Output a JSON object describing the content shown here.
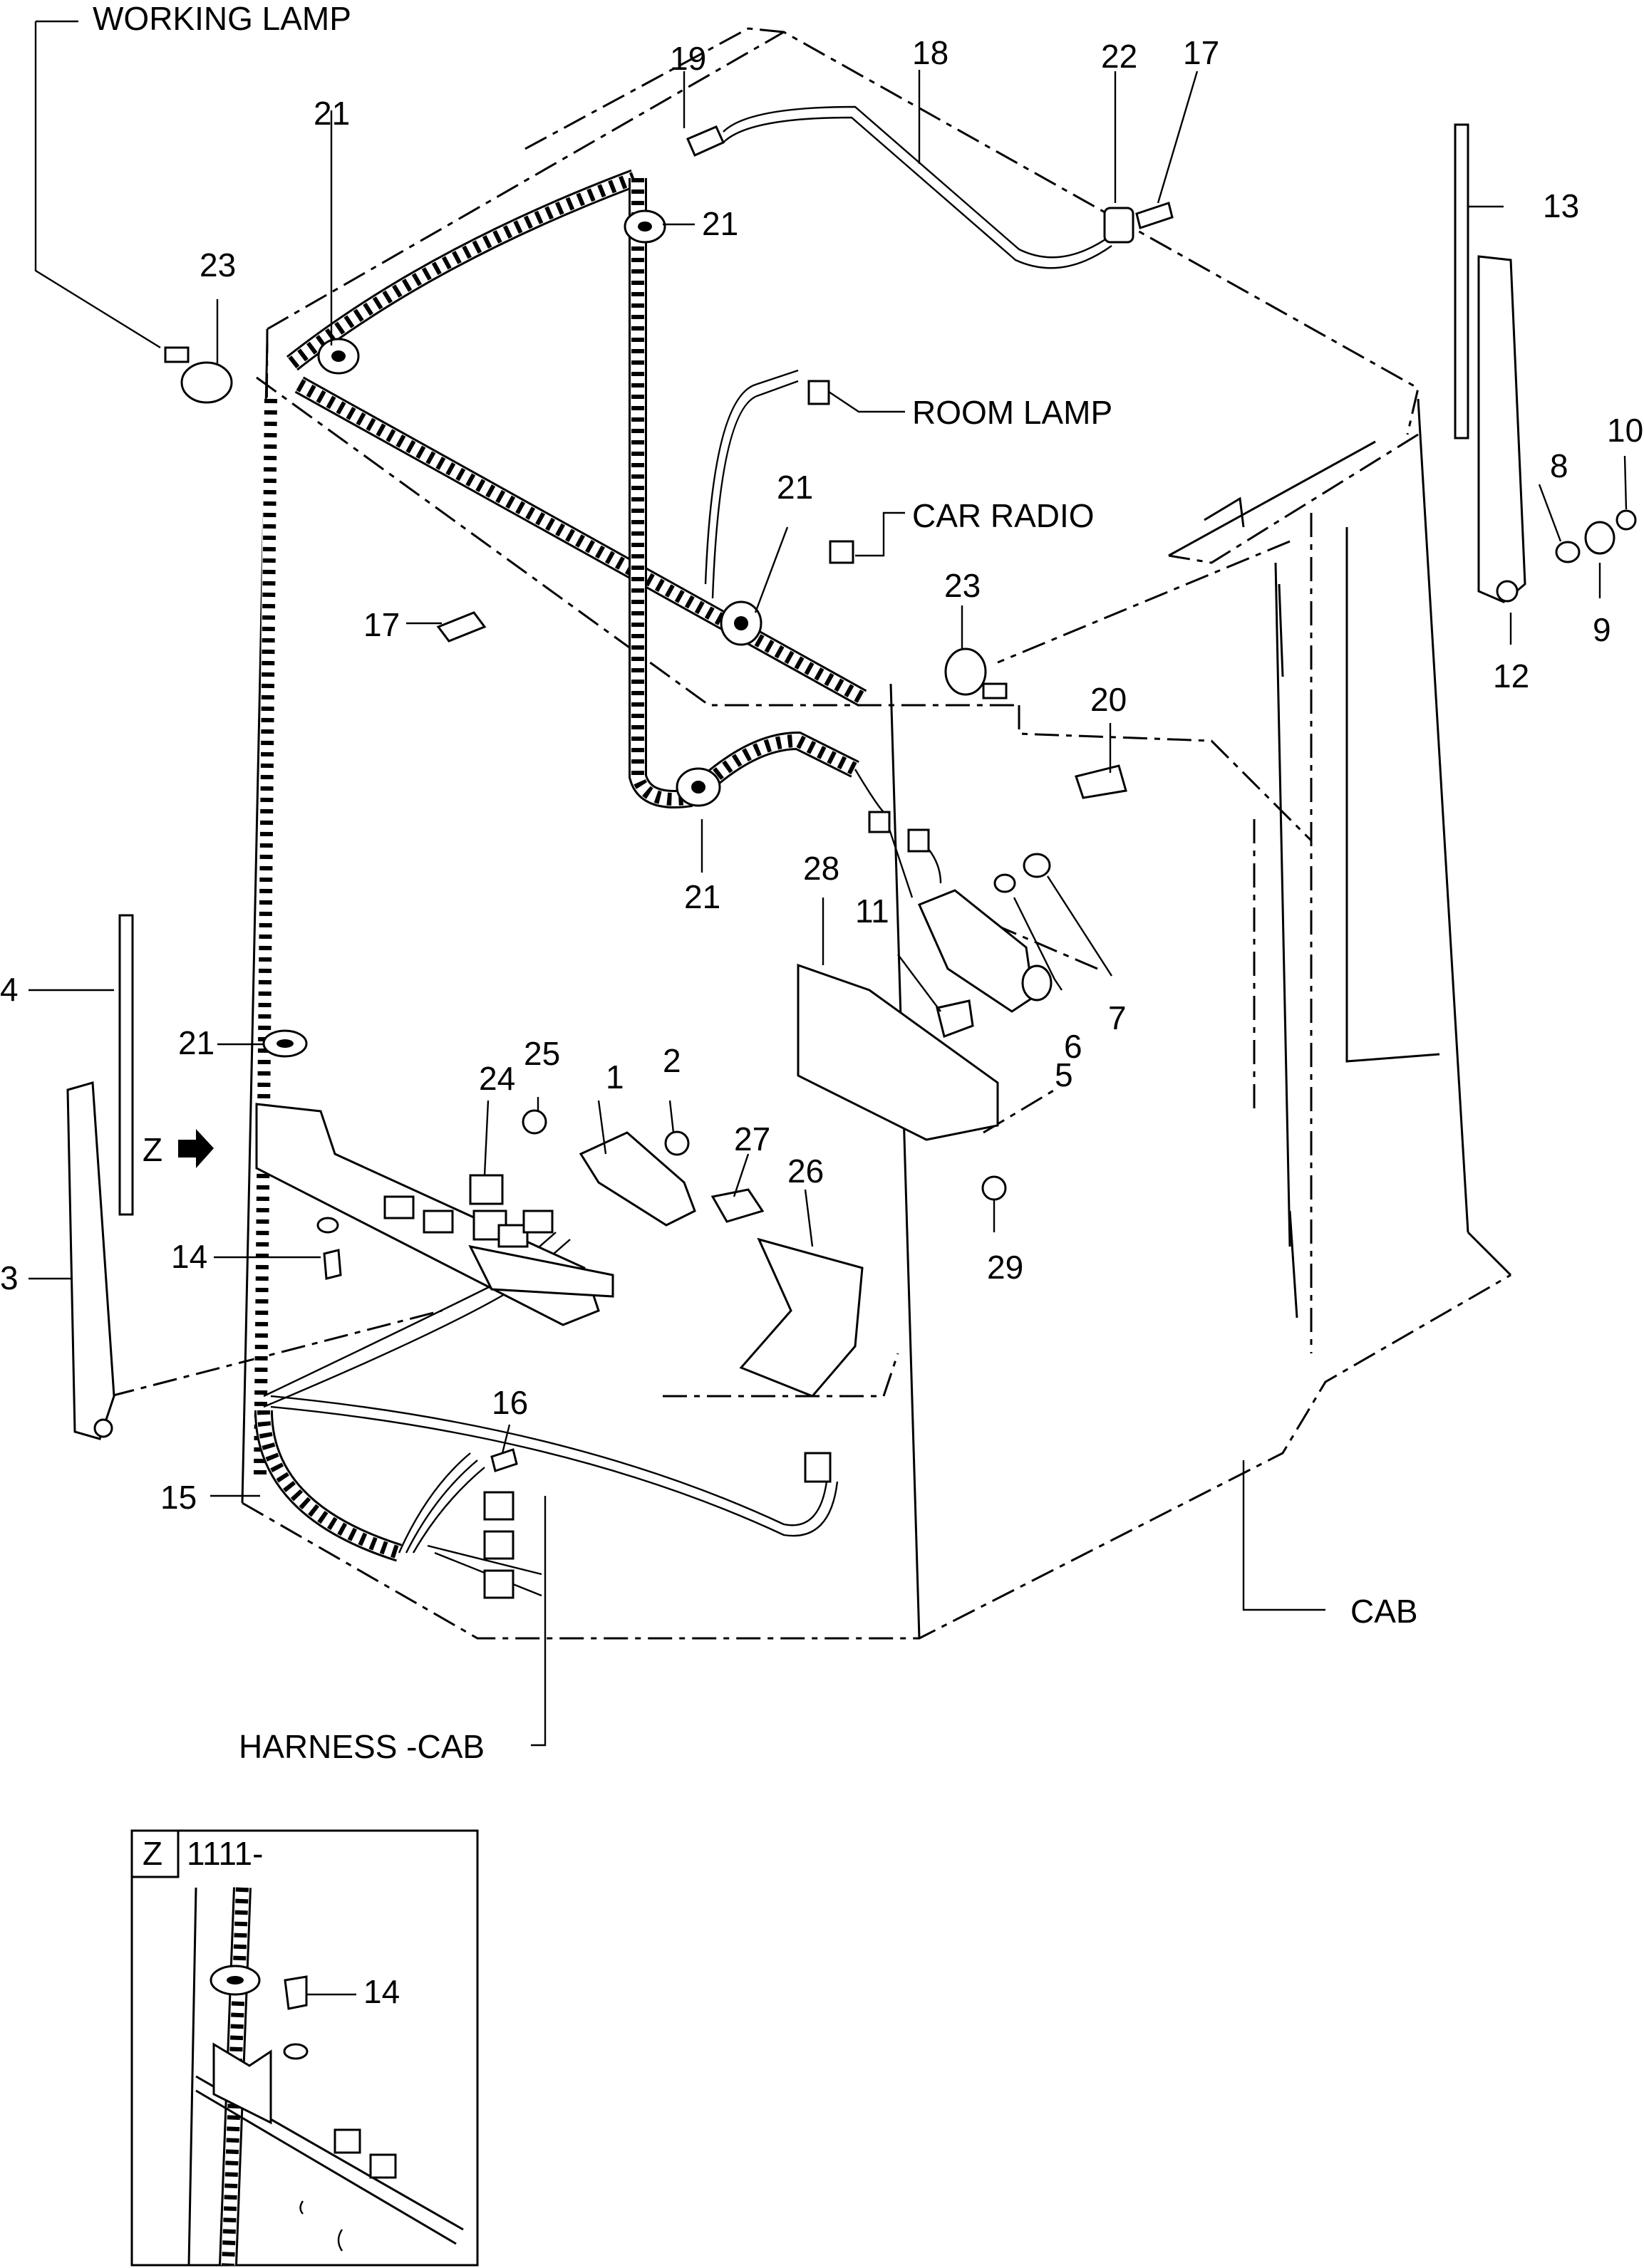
{
  "callouts": {
    "working_lamp": "WORKING    LAMP",
    "room_lamp": "ROOM LAMP",
    "car_radio": "CAR RADIO",
    "cab": "CAB",
    "harness_cab": "HARNESS    -CAB"
  },
  "part_numbers": {
    "p1": "1",
    "p2": "2",
    "p3": "3",
    "p4": "4",
    "p5": "5",
    "p6": "6",
    "p7": "7",
    "p8": "8",
    "p9": "9",
    "p10": "10",
    "p11": "11",
    "p12": "12",
    "p13": "13",
    "p14": "14",
    "p15": "15",
    "p16": "16",
    "p17a": "17",
    "p17b": "17",
    "p18": "18",
    "p19": "19",
    "p20": "20",
    "p21a": "21",
    "p21b": "21",
    "p21c": "21",
    "p21d": "21",
    "p21e": "21",
    "p22": "22",
    "p23a": "23",
    "p23b": "23",
    "p24": "24",
    "p25": "25",
    "p26": "26",
    "p27": "27",
    "p28": "28",
    "p29": "29"
  },
  "view_marker": {
    "letter": "Z"
  },
  "inset": {
    "view_letter": "Z",
    "serial": "1111-",
    "part": "14"
  }
}
